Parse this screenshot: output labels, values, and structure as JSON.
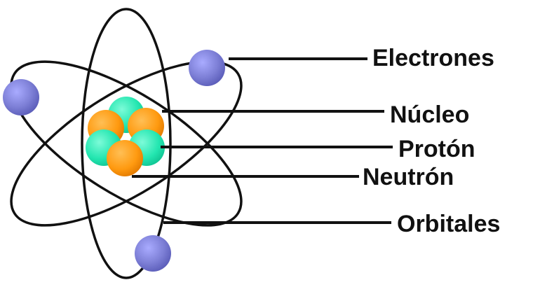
{
  "labels": {
    "electrons": "Electrones",
    "nucleus": "Núcleo",
    "proton": "Protón",
    "neutron": "Neutrón",
    "orbitals": "Orbitales"
  },
  "colors": {
    "electron": "#7d7fd6",
    "proton_particle": "#ff9a10",
    "neutron_particle": "#23e6b0",
    "orbit_line": "#111111",
    "label_text": "#111111"
  }
}
